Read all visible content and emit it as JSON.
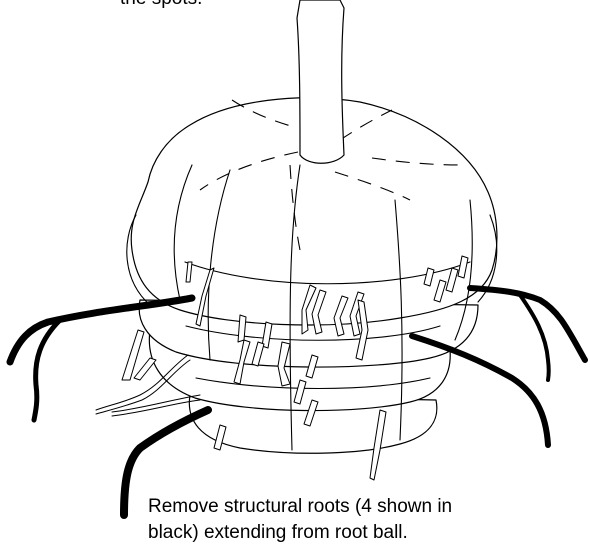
{
  "figure": {
    "caption_line1": "Remove structural roots (4 shown in",
    "caption_line2": "black) extending from root ball.",
    "top_text_fragment": "the spots.",
    "structural_root_count": 4,
    "colors": {
      "line": "#000000",
      "background": "#ffffff",
      "structural_root": "#000000"
    }
  }
}
